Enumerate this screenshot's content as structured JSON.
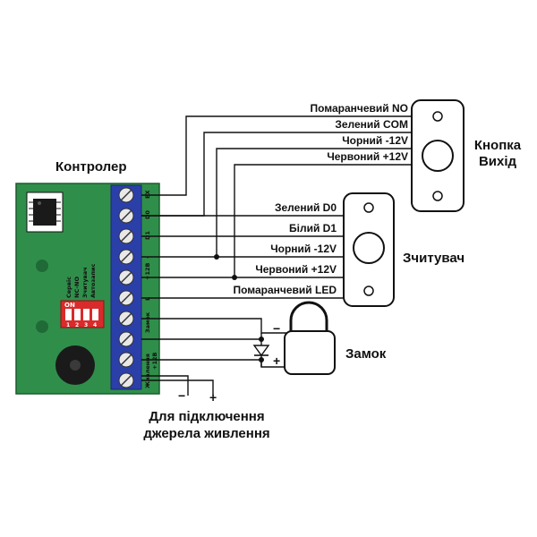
{
  "titles": {
    "controller": "Контролер",
    "exit_button": [
      "Кнопка",
      "Вихід"
    ],
    "reader": "Зчитувач",
    "lock": "Замок",
    "power": [
      "Для підключення",
      "джерела живлення"
    ]
  },
  "button_wires": [
    "Помаранчевий NO",
    "Зелений COM",
    "Чорний -12V",
    "Червоний +12V"
  ],
  "reader_wires": [
    "Зелений D0",
    "Білий D1",
    "Чорний -12V",
    "Червоний +12V",
    "Помаранчевий LED"
  ],
  "dip_switch": {
    "on_label": "ON",
    "numbers": [
      "1",
      "2",
      "3",
      "4"
    ],
    "functions": [
      "Сервіс",
      "NC-NO",
      "Зчитувач",
      "Автозапис"
    ]
  },
  "terminal_labels": [
    "EX",
    "D0",
    "D1",
    "-",
    "+12В",
    "L",
    "Замок",
    "-",
    "+12В",
    "Живлення"
  ],
  "lock_polarity": [
    "−",
    "+"
  ],
  "power_polarity": [
    "−",
    "+"
  ],
  "colors": {
    "board": "#2f8f4a",
    "terminal": "#2b3fa8",
    "dip": "#d92b2b",
    "wire": "#111111"
  }
}
